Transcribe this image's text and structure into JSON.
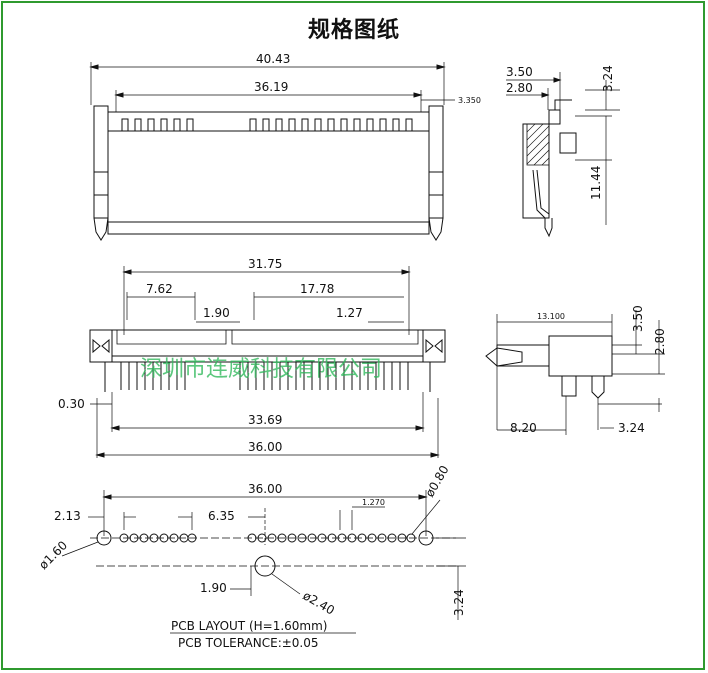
{
  "title": "规格图纸",
  "watermark": "深圳市连威科技有限公司",
  "front_view": {
    "overall_width": "40.43",
    "inner_width": "36.19",
    "offset": "3.350"
  },
  "side_view_top": {
    "d1": "3.50",
    "d2": "2.80",
    "d3": "3.24",
    "height": "11.44"
  },
  "bottom_view": {
    "d_31_75": "31.75",
    "d_7_62": "7.62",
    "d_1_90": "1.90",
    "d_17_78": "17.78",
    "d_1_27": "1.27",
    "d_0_30": "0.30",
    "d_33_69": "33.69",
    "d_36_00": "36.00"
  },
  "side_view_bottom": {
    "d_13_100": "13.100",
    "d_3_50": "3.50",
    "d_2_80": "2.80",
    "d_8_20": "8.20",
    "d_3_24": "3.24"
  },
  "pcb_layout": {
    "d_36_00": "36.00",
    "d_2_13": "2.13",
    "d_6_35": "6.35",
    "d_1_270": "1.270",
    "d_phi_0_80": "ø0.80",
    "d_phi_1_60": "ø1.60",
    "d_1_90": "1.90",
    "d_phi_2_40": "ø2.40",
    "d_3_24": "3.24",
    "note1": "PCB LAYOUT (H=1.60mm)",
    "note2": "PCB TOLERANCE:±0.05"
  },
  "colors": {
    "frame": "#2f9a2f",
    "watermark": "#2fb85a",
    "line": "#111111"
  }
}
